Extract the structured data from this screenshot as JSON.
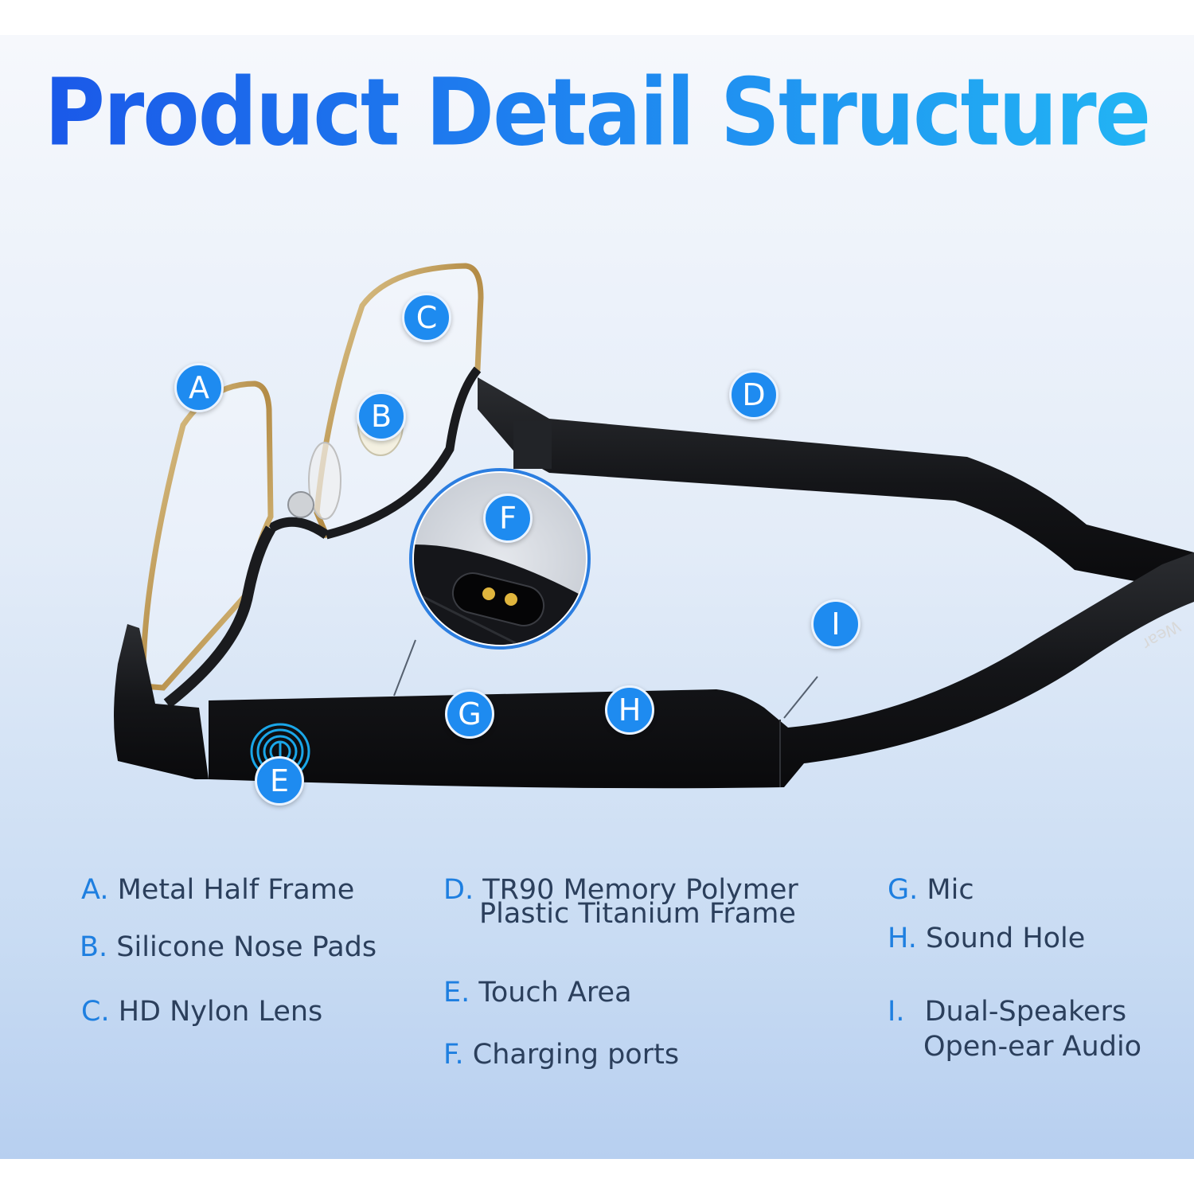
{
  "header": {
    "title": "Product Detail Structure"
  },
  "product": {
    "brand_mark": "Wear"
  },
  "colors": {
    "accent": "#1e8bf0",
    "title_start": "#1a55e8",
    "title_end": "#22b8f4",
    "frame": "#1a1b1e",
    "rim": "#c8a45a"
  },
  "markers": [
    {
      "letter": "A"
    },
    {
      "letter": "B"
    },
    {
      "letter": "C"
    },
    {
      "letter": "D"
    },
    {
      "letter": "E"
    },
    {
      "letter": "F"
    },
    {
      "letter": "G"
    },
    {
      "letter": "H"
    },
    {
      "letter": "I"
    }
  ],
  "legend": [
    {
      "key": "A.",
      "line1": "Metal Half Frame"
    },
    {
      "key": "B.",
      "line1": "Silicone Nose Pads"
    },
    {
      "key": "C.",
      "line1": "HD Nylon Lens"
    },
    {
      "key": "D.",
      "line1": "TR90 Memory Polymer",
      "line2": "Plastic Titanium Frame"
    },
    {
      "key": "E.",
      "line1": "Touch Area"
    },
    {
      "key": "F.",
      "line1": "Charging ports"
    },
    {
      "key": "G.",
      "line1": "Mic"
    },
    {
      "key": "H.",
      "line1": "Sound Hole"
    },
    {
      "key": "I.",
      "line1": "Dual-Speakers",
      "line2": "Open-ear Audio"
    }
  ]
}
